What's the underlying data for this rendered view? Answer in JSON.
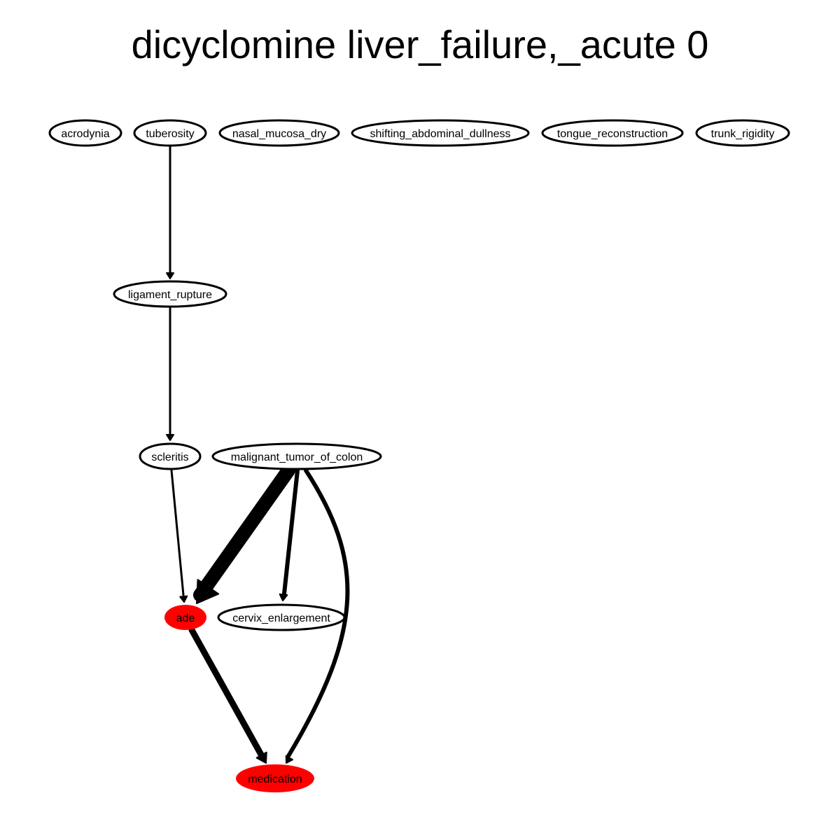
{
  "title": "dicyclomine liver_failure,_acute 0",
  "colors": {
    "highlight": "#ff0000",
    "default": "#ffffff",
    "edge": "#000000"
  },
  "nodes": [
    {
      "id": "acrodynia",
      "label": "acrodynia",
      "highlighted": false
    },
    {
      "id": "tuberosity",
      "label": "tuberosity",
      "highlighted": false
    },
    {
      "id": "nasal_mucosa_dry",
      "label": "nasal_mucosa_dry",
      "highlighted": false
    },
    {
      "id": "shifting_abdominal_dullness",
      "label": "shifting_abdominal_dullness",
      "highlighted": false
    },
    {
      "id": "tongue_reconstruction",
      "label": "tongue_reconstruction",
      "highlighted": false
    },
    {
      "id": "trunk_rigidity",
      "label": "trunk_rigidity",
      "highlighted": false
    },
    {
      "id": "ligament_rupture",
      "label": "ligament_rupture",
      "highlighted": false
    },
    {
      "id": "scleritis",
      "label": "scleritis",
      "highlighted": false
    },
    {
      "id": "malignant_tumor_of_colon",
      "label": "malignant_tumor_of_colon",
      "highlighted": false
    },
    {
      "id": "ade",
      "label": "ade",
      "highlighted": true
    },
    {
      "id": "cervix_enlargement",
      "label": "cervix_enlargement",
      "highlighted": false
    },
    {
      "id": "medication",
      "label": "medication",
      "highlighted": true
    }
  ],
  "edges": [
    {
      "from": "tuberosity",
      "to": "ligament_rupture",
      "weight": 1
    },
    {
      "from": "ligament_rupture",
      "to": "scleritis",
      "weight": 1
    },
    {
      "from": "scleritis",
      "to": "ade",
      "weight": 1
    },
    {
      "from": "malignant_tumor_of_colon",
      "to": "ade",
      "weight": 5
    },
    {
      "from": "malignant_tumor_of_colon",
      "to": "cervix_enlargement",
      "weight": 2
    },
    {
      "from": "malignant_tumor_of_colon",
      "to": "medication",
      "weight": 2
    },
    {
      "from": "ade",
      "to": "medication",
      "weight": 3
    }
  ]
}
